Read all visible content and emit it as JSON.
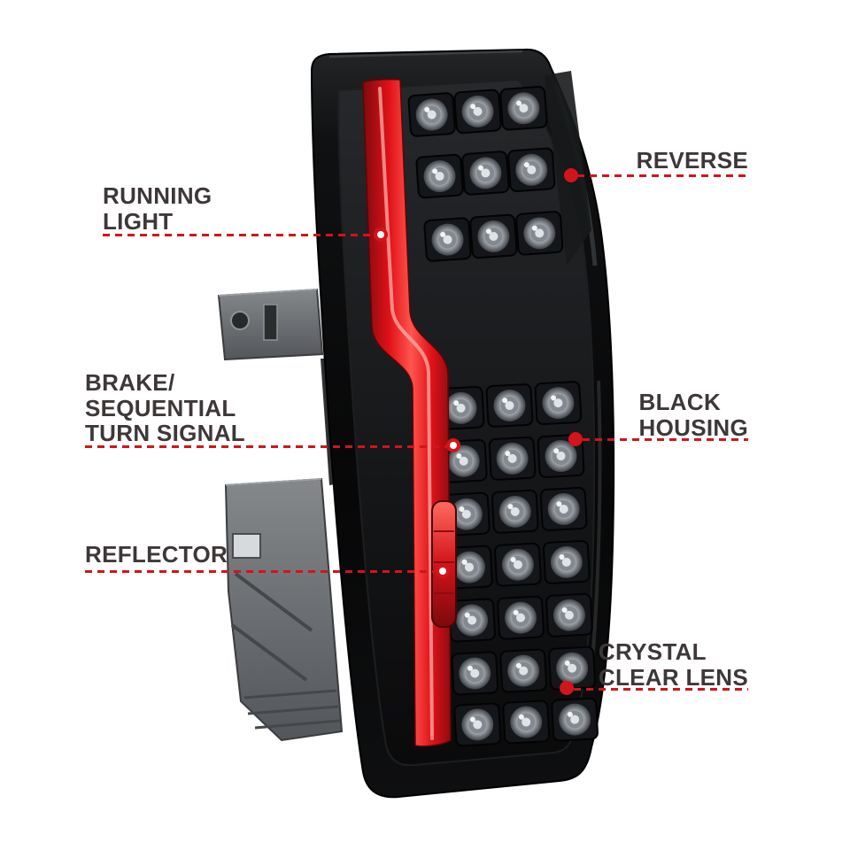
{
  "colors": {
    "background": "#ffffff",
    "label_text": "#3e3738",
    "leader_line": "#d2141b",
    "dot": "#d2141b",
    "housing_black": "#0b0c0d",
    "light_bar_red": "#e4131a",
    "reflector_red": "#e0262b",
    "bracket_gray": "#6f7275",
    "led_chrome": "#c9ced2"
  },
  "annotations": {
    "reverse": {
      "text": "REVERSE",
      "side": "right"
    },
    "running_light": {
      "text": "RUNNING\nLIGHT",
      "side": "left"
    },
    "brake_sequential_turn_signal": {
      "text": "BRAKE/\nSEQUENTIAL\nTURN SIGNAL",
      "side": "left"
    },
    "black_housing": {
      "text": "BLACK\nHOUSING",
      "side": "right"
    },
    "reflector": {
      "text": "REFLECTOR",
      "side": "left"
    },
    "crystal_clear_lens": {
      "text": "CRYSTAL\nCLEAR LENS",
      "side": "right"
    }
  }
}
